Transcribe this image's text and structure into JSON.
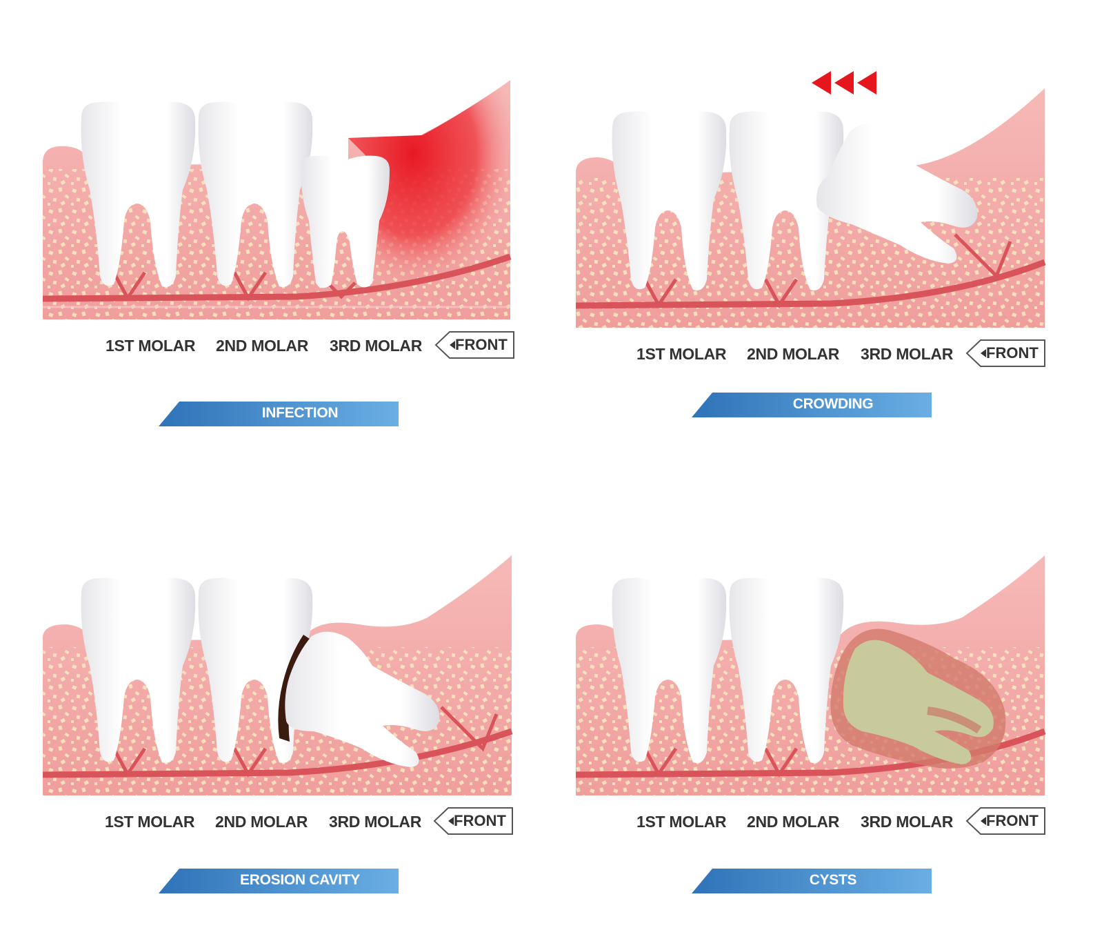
{
  "panels": [
    {
      "title": "INFECTION",
      "labels": {
        "first": "1ST MOLAR",
        "second": "2ND MOLAR",
        "third": "3RD MOLAR",
        "front": "FRONT"
      }
    },
    {
      "title": "CROWDING",
      "labels": {
        "first": "1ST MOLAR",
        "second": "2ND MOLAR",
        "third": "3RD MOLAR",
        "front": "FRONT"
      }
    },
    {
      "title": "EROSION CAVITY",
      "labels": {
        "first": "1ST MOLAR",
        "second": "2ND MOLAR",
        "third": "3RD MOLAR",
        "front": "FRONT"
      }
    },
    {
      "title": "CYSTS",
      "labels": {
        "first": "1ST MOLAR",
        "second": "2ND MOLAR",
        "third": "3RD MOLAR",
        "front": "FRONT"
      }
    }
  ],
  "colors": {
    "gum": "#f2a8a6",
    "gum_dark": "#e27a7a",
    "bone_speckle": "#f6e3b8",
    "nerve": "#d9545a",
    "infection": "#ea1f2a",
    "crowding_arrows": "#e5161e",
    "cavity": "#3b1a10",
    "cyst": "#c8ca9c",
    "banner": "#4b8fd0"
  }
}
